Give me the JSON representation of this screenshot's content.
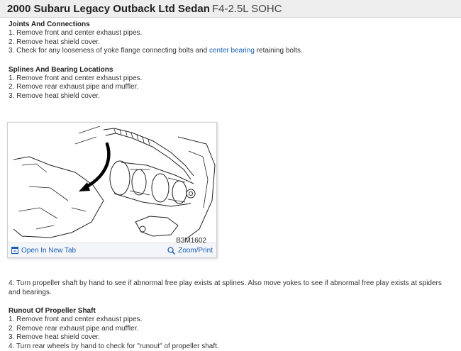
{
  "header": {
    "title": "2000 Subaru Legacy Outback Ltd Sedan",
    "engine": "F4-2.5L SOHC"
  },
  "joints": {
    "heading": "Joints And Connections",
    "step1": "1. Remove front and center exhaust pipes.",
    "step2": "2. Remove heat shield cover.",
    "step3_before": "3. Check for any looseness of yoke flange connecting bolts and ",
    "step3_link": "center bearing",
    "step3_after": " retaining bolts."
  },
  "splines": {
    "heading": "Splines And Bearing Locations",
    "step1": "1. Remove front and center exhaust pipes.",
    "step2": "2. Remove rear exhaust pipe and muffler.",
    "step3": "3. Remove heat shield cover."
  },
  "figure": {
    "code": "B3M1602",
    "open_tab_label": "Open In New Tab",
    "zoom_label": "Zoom/Print",
    "icons": [
      "open-tab-icon",
      "zoom-icon"
    ]
  },
  "step4": "4. Turn propeller shaft by hand to see if abnormal free play exists at splines. Also move yokes to see if abnormal free play exists at spiders and bearings.",
  "runout": {
    "heading": "Runout Of Propeller Shaft",
    "step1": "1. Remove front and center exhaust pipes.",
    "step2": "2. Remove rear exhaust pipe and muffler.",
    "step3": "3. Remove heat shield cover.",
    "step4": "4. Turn rear wheels by hand to check for \"runout\" of propeller shaft."
  },
  "colors": {
    "link": "#1a5fb4",
    "header_bg": "#eeeeee"
  }
}
